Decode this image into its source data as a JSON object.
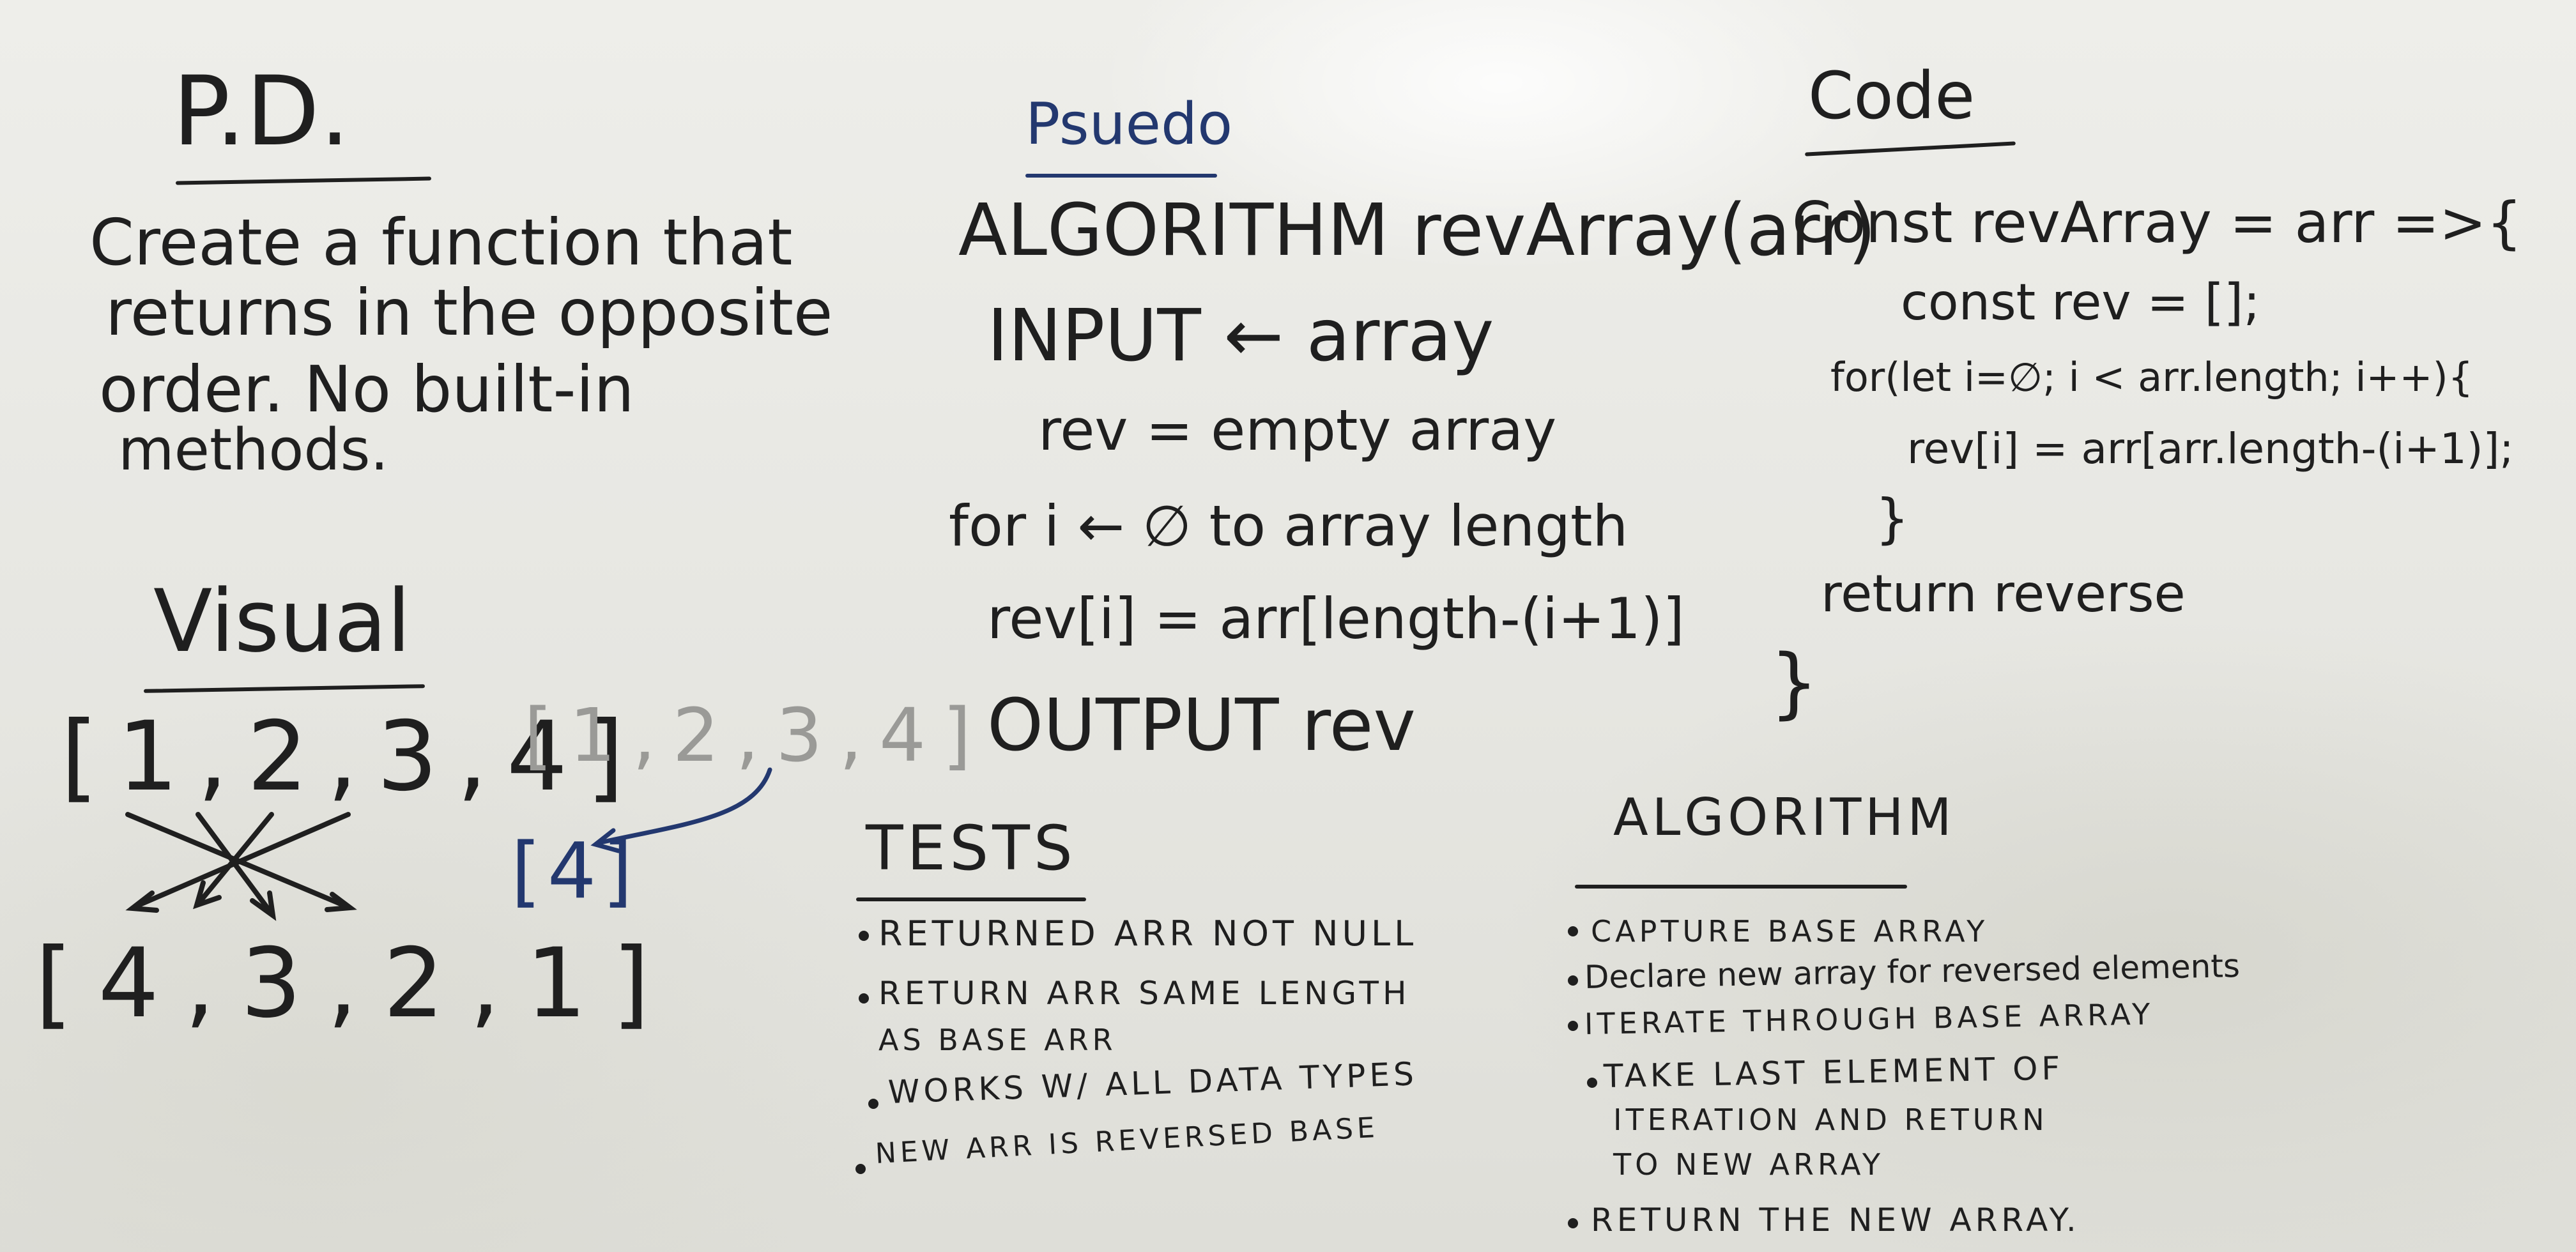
{
  "board": {
    "pd": {
      "heading": "P.D.",
      "lines": [
        "Create a function that",
        "returns in the opposite",
        "order. No built-in",
        "methods."
      ]
    },
    "visual": {
      "heading": "Visual",
      "input_array": "[1,2,3,4]",
      "output_array": "[4,3,2,1]",
      "example_array": "[1,2,3,4]",
      "example_result": "[4]"
    },
    "pseudo": {
      "heading": "Psuedo",
      "lines": [
        "ALGORITHM   revArray(arr)",
        "INPUT ← array",
        "rev = empty array",
        "for i ← ∅ to array length",
        "rev[i] = arr[length-(i+1)]",
        "OUTPUT  rev"
      ]
    },
    "code": {
      "heading": "Code",
      "lines": [
        "Const revArray = arr =>{",
        "const rev = [];",
        "for(let i=∅; i < arr.length; i++){",
        "rev[i] = arr[arr.length-(i+1)];",
        "}",
        "return reverse",
        "}"
      ]
    },
    "tests": {
      "heading": "Tests",
      "items": [
        "Returned arr not null",
        "Return arr same length",
        "as base arr",
        "Works w/ all data types",
        "New arr is reversed base"
      ]
    },
    "algorithm": {
      "heading": "Algorithm",
      "items": [
        "Capture base array",
        "Declare new array for reversed elements",
        "Iterate through base array",
        "Take last element of",
        "iteration and return",
        "to new array",
        "Return the new array."
      ]
    }
  },
  "colors": {
    "marker_black": "#1f1f1f",
    "marker_blue": "#23386f",
    "faded_grey": "#9a9a97"
  }
}
